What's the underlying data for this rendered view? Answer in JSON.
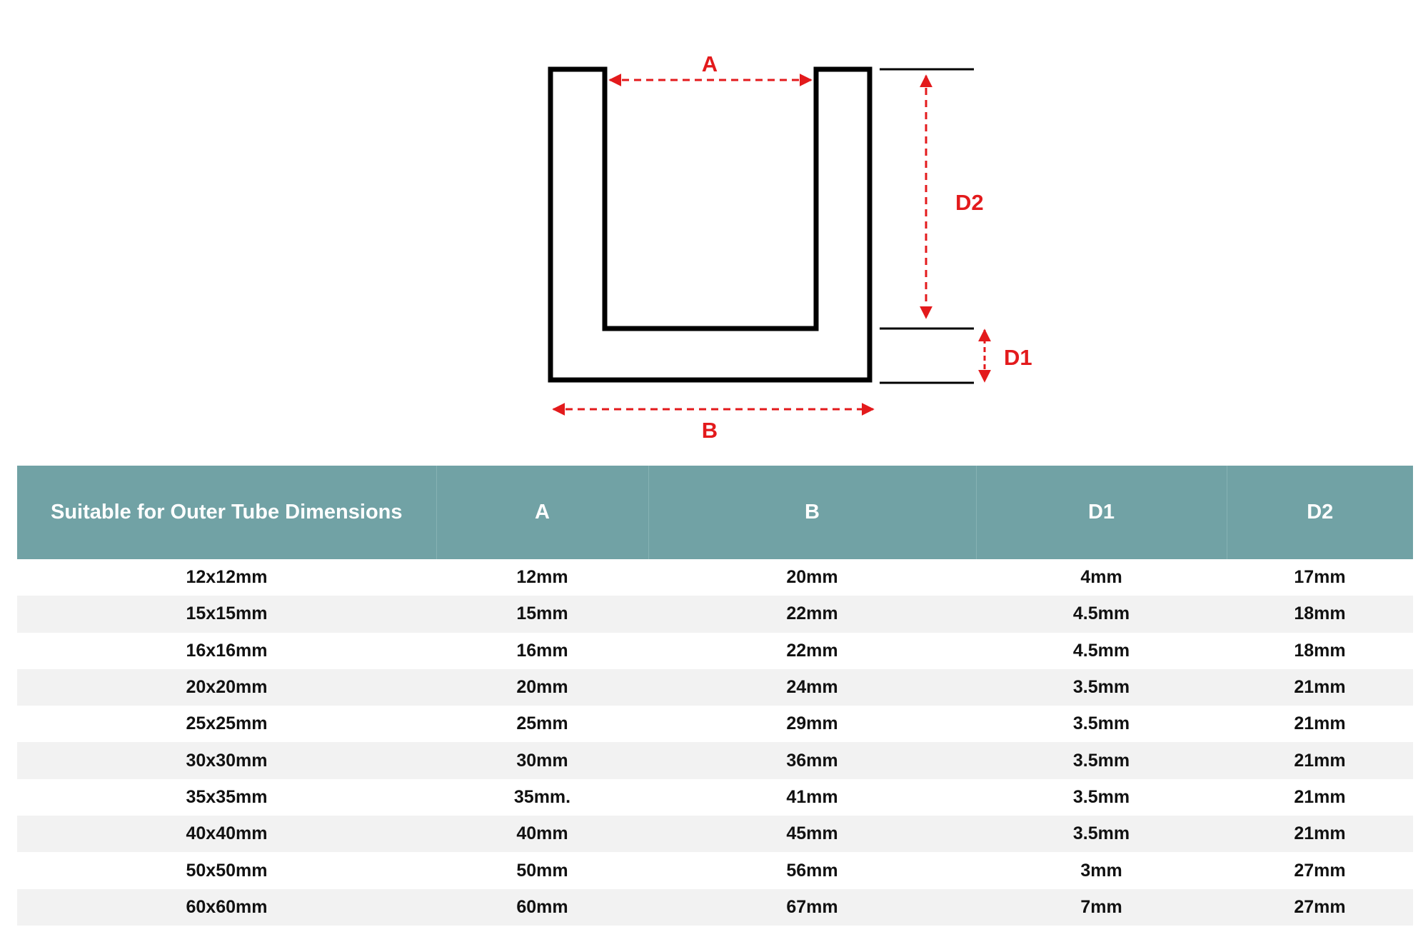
{
  "diagram": {
    "labels": {
      "a": "A",
      "b": "B",
      "d1": "D1",
      "d2": "D2"
    },
    "profile_color": "#000000",
    "dimension_color": "#e31a1c"
  },
  "table": {
    "header_color": "#71a2a5",
    "stripe_color": "#f2f2f2",
    "headers": [
      "Suitable for Outer Tube Dimensions",
      "A",
      "B",
      "D1",
      "D2"
    ],
    "rows": [
      [
        "12x12mm",
        "12mm",
        "20mm",
        "4mm",
        "17mm"
      ],
      [
        "15x15mm",
        "15mm",
        "22mm",
        "4.5mm",
        "18mm"
      ],
      [
        "16x16mm",
        "16mm",
        "22mm",
        "4.5mm",
        "18mm"
      ],
      [
        "20x20mm",
        "20mm",
        "24mm",
        "3.5mm",
        "21mm"
      ],
      [
        "25x25mm",
        "25mm",
        "29mm",
        "3.5mm",
        "21mm"
      ],
      [
        "30x30mm",
        "30mm",
        "36mm",
        "3.5mm",
        "21mm"
      ],
      [
        "35x35mm",
        "35mm.",
        "41mm",
        "3.5mm",
        "21mm"
      ],
      [
        "40x40mm",
        "40mm",
        "45mm",
        "3.5mm",
        "21mm"
      ],
      [
        "50x50mm",
        "50mm",
        "56mm",
        "3mm",
        "27mm"
      ],
      [
        "60x60mm",
        "60mm",
        "67mm",
        "7mm",
        "27mm"
      ]
    ]
  }
}
